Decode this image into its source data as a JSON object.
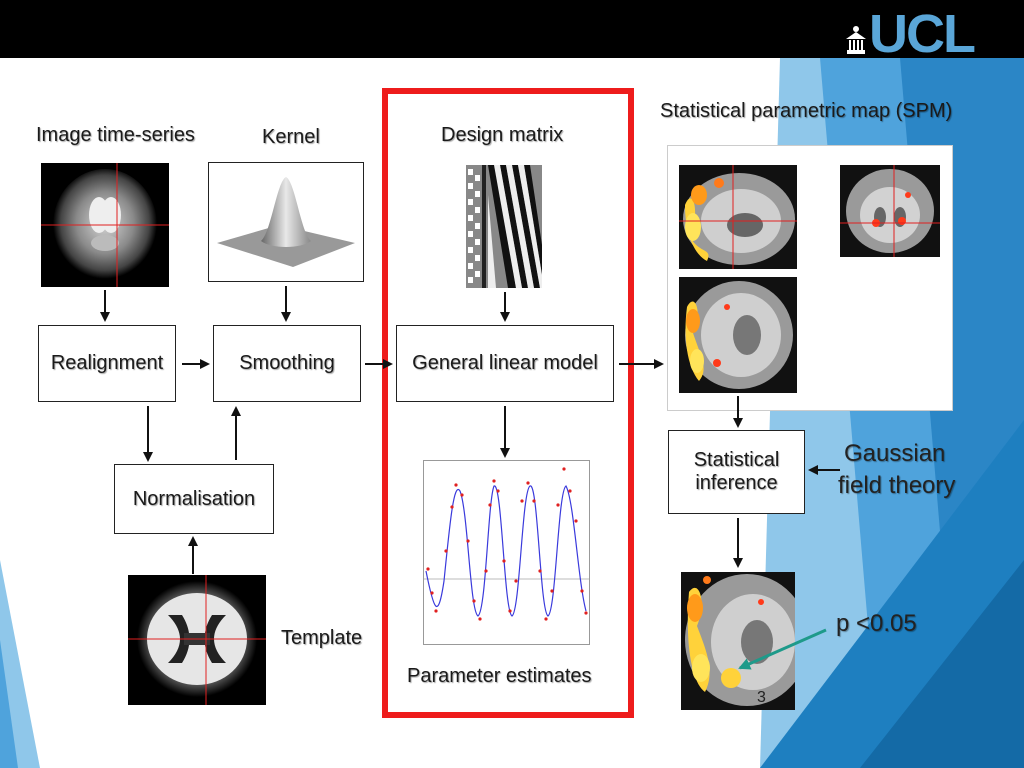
{
  "slide": {
    "logo": "UCL",
    "labels": {
      "image_time_series": "Image time-series",
      "kernel": "Kernel",
      "design_matrix": "Design matrix",
      "spm": "Statistical parametric map (SPM)",
      "template": "Template",
      "parameter_estimates": "Parameter estimates",
      "gaussian_field_theory_line1": "Gaussian",
      "gaussian_field_theory_line2": "field theory",
      "p_value": "p <0.05"
    },
    "boxes": {
      "realignment": "Realignment",
      "smoothing": "Smoothing",
      "glm": "General linear model",
      "normalisation": "Normalisation",
      "statistical_inference_line1": "Statistical",
      "statistical_inference_line2": "inference"
    },
    "page_number": "3",
    "colors": {
      "frame": "#ee1c1c",
      "brand": "#5aa6d8",
      "arrow_teal": "#1e9a8a"
    }
  }
}
